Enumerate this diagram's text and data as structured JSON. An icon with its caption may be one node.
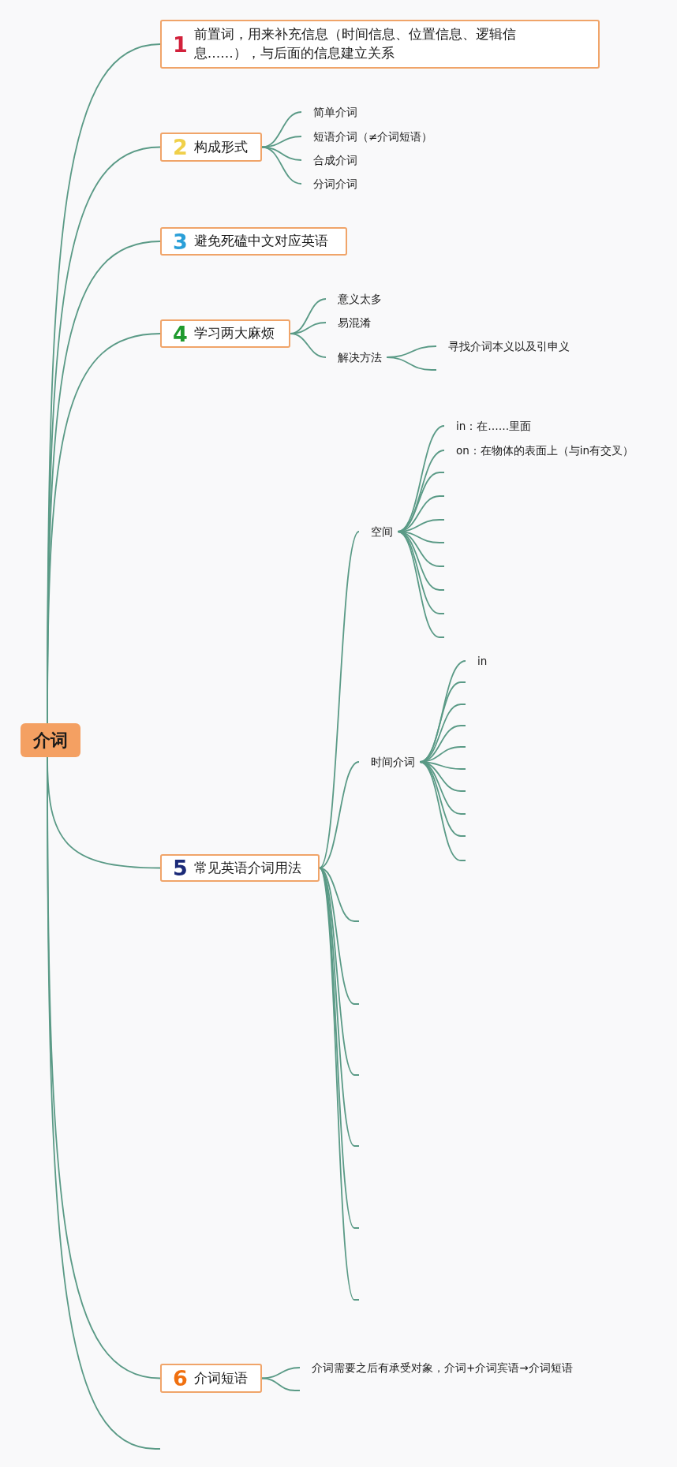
{
  "diagram": {
    "nodes": [
      {
        "text": [
          "介词"
        ]
      },
      {
        "text": [
          "1",
          "前置词，用来补充信息（时间信息、位置信息、逻辑信息……），与后面的信息建立关系"
        ]
      },
      {
        "text": [
          "2",
          "构成形式"
        ]
      },
      {
        "text": [
          "简单介词"
        ]
      },
      {
        "text": [
          "短语介词（≠介词短语）"
        ]
      },
      {
        "text": [
          "合成介词"
        ]
      },
      {
        "text": [
          "分词介词"
        ]
      },
      {
        "text": [
          "3",
          "避免死磕中文对应英语"
        ]
      },
      {
        "text": [
          "4",
          "学习两大麻烦"
        ]
      },
      {
        "text": [
          "意义太多"
        ]
      },
      {
        "text": [
          "易混淆"
        ]
      },
      {
        "text": [
          "解决方法"
        ]
      },
      {
        "text": [
          "寻找介词本义以及引申义"
        ]
      },
      {
        "text": [],
        "shape": "line"
      },
      {
        "text": [
          "5",
          "常见英语介词用法"
        ]
      },
      {
        "text": [
          "空间"
        ]
      },
      {
        "text": [
          "in：在……里面"
        ]
      },
      {
        "text": [
          "on：在物体的表面上（与in有交叉）"
        ]
      },
      {
        "text": [],
        "shape": "line"
      },
      {
        "text": [],
        "shape": "line"
      },
      {
        "text": [],
        "shape": "line"
      },
      {
        "text": [],
        "shape": "line"
      },
      {
        "text": [],
        "shape": "line"
      },
      {
        "text": [],
        "shape": "line"
      },
      {
        "text": [],
        "shape": "line"
      },
      {
        "text": [],
        "shape": "line"
      },
      {
        "text": [
          "时间介词"
        ]
      },
      {
        "text": [
          "in"
        ]
      },
      {
        "text": [],
        "shape": "line"
      },
      {
        "text": [],
        "shape": "line"
      },
      {
        "text": [],
        "shape": "line"
      },
      {
        "text": [],
        "shape": "line"
      },
      {
        "text": [],
        "shape": "line"
      },
      {
        "text": [],
        "shape": "line"
      },
      {
        "text": [],
        "shape": "line"
      },
      {
        "text": [],
        "shape": "line"
      },
      {
        "text": [],
        "shape": "line"
      },
      {
        "text": [],
        "shape": "line"
      },
      {
        "text": [],
        "shape": "line"
      },
      {
        "text": [],
        "shape": "line"
      },
      {
        "text": [],
        "shape": "line"
      },
      {
        "text": [],
        "shape": "line"
      },
      {
        "text": [],
        "shape": "line"
      },
      {
        "text": [
          "6",
          "介词短语"
        ]
      },
      {
        "text": [
          "介词需要之后有承受对象，介词+介词宾语→介词短语"
        ]
      },
      {
        "text": [],
        "shape": "line"
      },
      {
        "text": [],
        "shape": "line"
      }
    ],
    "edges": [
      {
        "from": 0,
        "to": 1,
        "arrow": "none"
      },
      {
        "from": 0,
        "to": 2,
        "arrow": "none"
      },
      {
        "from": 2,
        "to": 3,
        "arrow": "none"
      },
      {
        "from": 2,
        "to": 4,
        "arrow": "none"
      },
      {
        "from": 2,
        "to": 5,
        "arrow": "none"
      },
      {
        "from": 2,
        "to": 6,
        "arrow": "none"
      },
      {
        "from": 0,
        "to": 7,
        "arrow": "none"
      },
      {
        "from": 0,
        "to": 8,
        "arrow": "none"
      },
      {
        "from": 8,
        "to": 9,
        "arrow": "none"
      },
      {
        "from": 8,
        "to": 10,
        "arrow": "none"
      },
      {
        "from": 8,
        "to": 11,
        "arrow": "none"
      },
      {
        "from": 11,
        "to": 12,
        "arrow": "none"
      },
      {
        "from": 11,
        "to": 13,
        "arrow": "none"
      },
      {
        "from": 0,
        "to": 14,
        "arrow": "none"
      },
      {
        "from": 14,
        "to": 15,
        "arrow": "none"
      },
      {
        "from": 15,
        "to": 16,
        "arrow": "none"
      },
      {
        "from": 15,
        "to": 17,
        "arrow": "none"
      },
      {
        "from": 15,
        "to": 18,
        "arrow": "none"
      },
      {
        "from": 15,
        "to": 19,
        "arrow": "none"
      },
      {
        "from": 15,
        "to": 20,
        "arrow": "none"
      },
      {
        "from": 15,
        "to": 21,
        "arrow": "none"
      },
      {
        "from": 15,
        "to": 22,
        "arrow": "none"
      },
      {
        "from": 15,
        "to": 23,
        "arrow": "none"
      },
      {
        "from": 15,
        "to": 24,
        "arrow": "none"
      },
      {
        "from": 15,
        "to": 25,
        "arrow": "none"
      },
      {
        "from": 14,
        "to": 26,
        "arrow": "none"
      },
      {
        "from": 26,
        "to": 27,
        "arrow": "none"
      },
      {
        "from": 26,
        "to": 28,
        "arrow": "none"
      },
      {
        "from": 26,
        "to": 29,
        "arrow": "none"
      },
      {
        "from": 26,
        "to": 30,
        "arrow": "none"
      },
      {
        "from": 26,
        "to": 31,
        "arrow": "none"
      },
      {
        "from": 26,
        "to": 32,
        "arrow": "none"
      },
      {
        "from": 26,
        "to": 33,
        "arrow": "none"
      },
      {
        "from": 26,
        "to": 34,
        "arrow": "none"
      },
      {
        "from": 26,
        "to": 35,
        "arrow": "none"
      },
      {
        "from": 26,
        "to": 36,
        "arrow": "none"
      },
      {
        "from": 14,
        "to": 37,
        "arrow": "none"
      },
      {
        "from": 14,
        "to": 38,
        "arrow": "none"
      },
      {
        "from": 14,
        "to": 39,
        "arrow": "none"
      },
      {
        "from": 14,
        "to": 40,
        "arrow": "none"
      },
      {
        "from": 14,
        "to": 41,
        "arrow": "none"
      },
      {
        "from": 14,
        "to": 42,
        "arrow": "none"
      },
      {
        "from": 0,
        "to": 43,
        "arrow": "none"
      },
      {
        "from": 43,
        "to": 44,
        "arrow": "none"
      },
      {
        "from": 43,
        "to": 45,
        "arrow": "none"
      },
      {
        "from": 0,
        "to": 46,
        "arrow": "none"
      }
    ]
  }
}
